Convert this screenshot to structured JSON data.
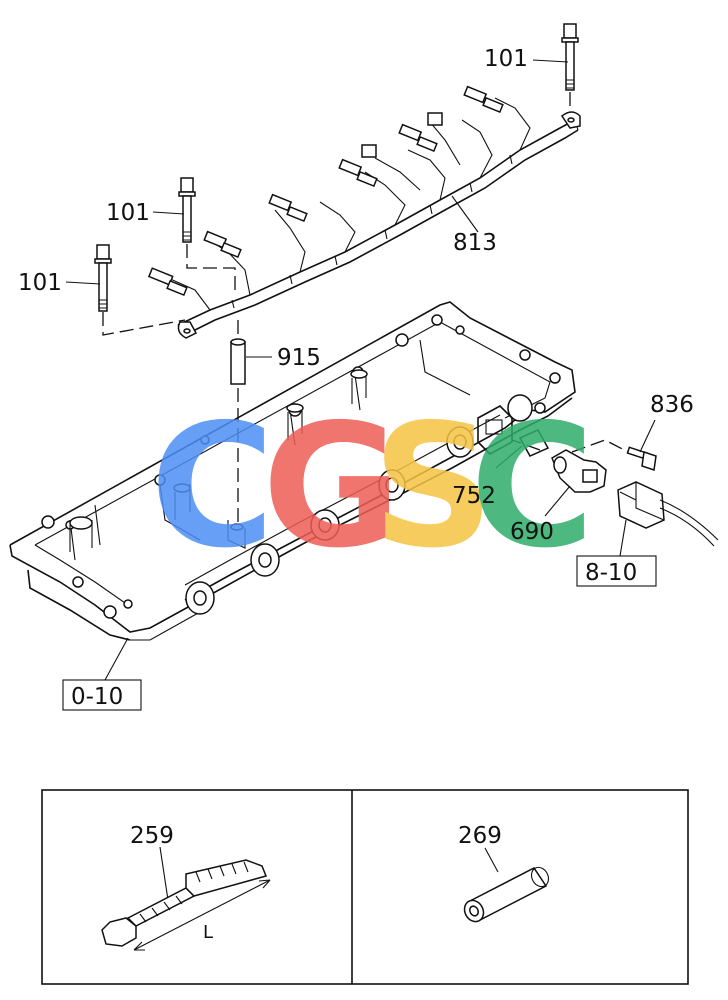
{
  "callouts": {
    "bolt_top": "101",
    "bolt_mid": "101",
    "bolt_left": "101",
    "harness": "813",
    "pin": "915",
    "bolt_sensor": "836",
    "gasket": "752",
    "sensor": "690",
    "connector_ref": "8-10",
    "cover_ref": "0-10",
    "cable_tie": "259",
    "sleeve": "269",
    "length_dim": "L"
  },
  "watermark": {
    "letters": [
      "C",
      "G",
      "S",
      "C"
    ],
    "colors": [
      "#4d8ef5",
      "#ee5d55",
      "#f6c443",
      "#2eac6b"
    ]
  }
}
